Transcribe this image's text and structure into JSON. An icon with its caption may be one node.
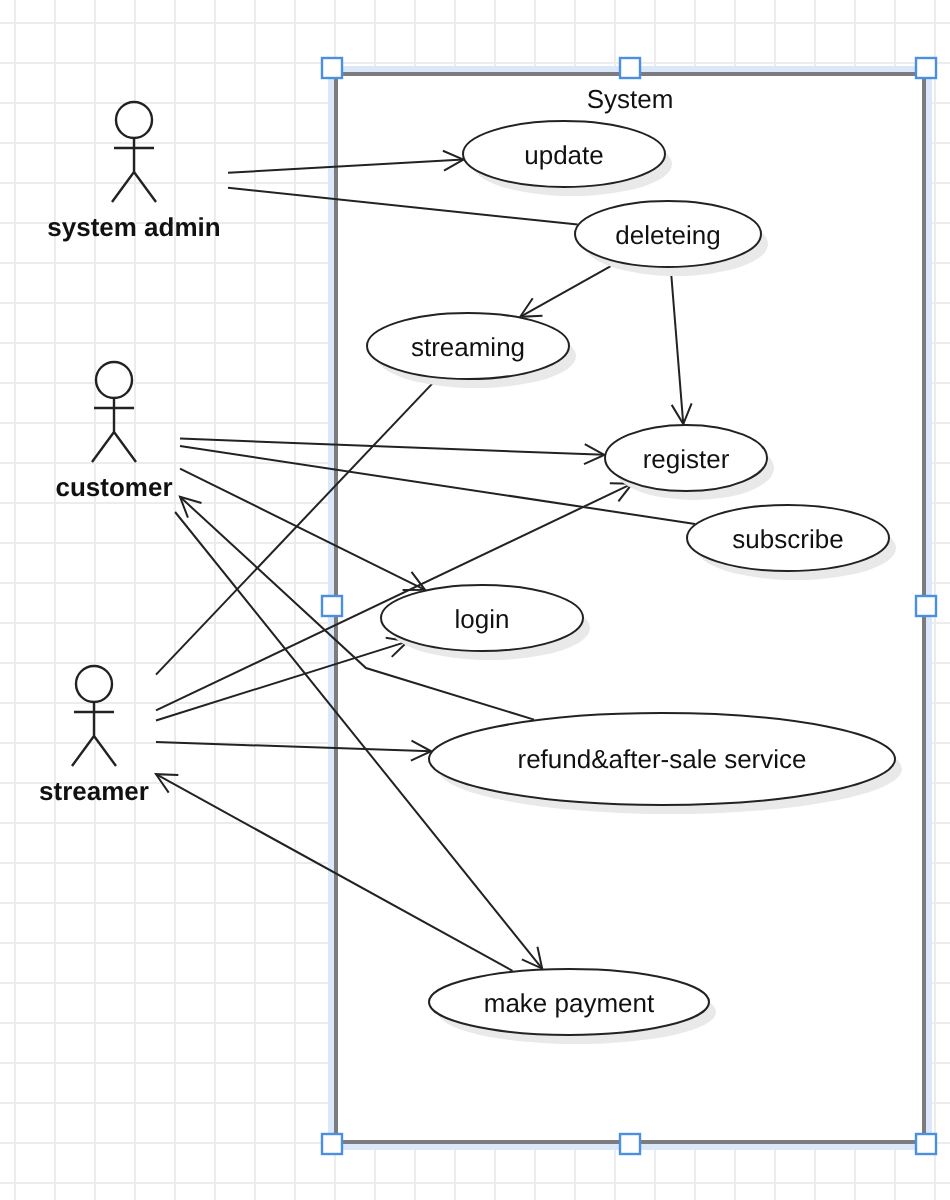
{
  "diagram": {
    "nodes": [
      {
        "text": [
          "System"
        ]
      },
      {
        "text": [
          "update"
        ],
        "in": 0
      },
      {
        "text": [
          "deleteing"
        ],
        "in": 0
      },
      {
        "text": [
          "streaming"
        ],
        "in": 0
      },
      {
        "text": [
          "register"
        ],
        "in": 0
      },
      {
        "text": [
          "subscribe"
        ],
        "in": 0
      },
      {
        "text": [
          "login"
        ],
        "in": 0
      },
      {
        "text": [
          "refund&after-sale service"
        ],
        "in": 0
      },
      {
        "text": [
          "make payment"
        ],
        "in": 0
      },
      {
        "text": [
          "system admin"
        ]
      },
      {
        "text": [
          "customer"
        ]
      },
      {
        "text": [
          "streamer"
        ]
      }
    ],
    "edges": [
      {
        "from": 9,
        "to": 1,
        "arrow": "to"
      },
      {
        "from": 9,
        "to": 2,
        "arrow": "none"
      },
      {
        "from": 2,
        "to": 3,
        "arrow": "to"
      },
      {
        "from": 2,
        "to": 4,
        "arrow": "to"
      },
      {
        "from": 11,
        "to": 3,
        "arrow": "none"
      },
      {
        "from": 10,
        "to": 4,
        "arrow": "to"
      },
      {
        "from": 10,
        "to": 5,
        "arrow": "none"
      },
      {
        "from": 10,
        "to": 6,
        "arrow": "to"
      },
      {
        "from": 7,
        "to": 10,
        "arrow": "to"
      },
      {
        "from": 10,
        "to": 8,
        "arrow": "to"
      },
      {
        "from": 11,
        "to": 4,
        "arrow": "to"
      },
      {
        "from": 11,
        "to": 6,
        "arrow": "to"
      },
      {
        "from": 11,
        "to": 7,
        "arrow": "to"
      },
      {
        "from": 8,
        "to": 11,
        "arrow": "to"
      }
    ]
  }
}
